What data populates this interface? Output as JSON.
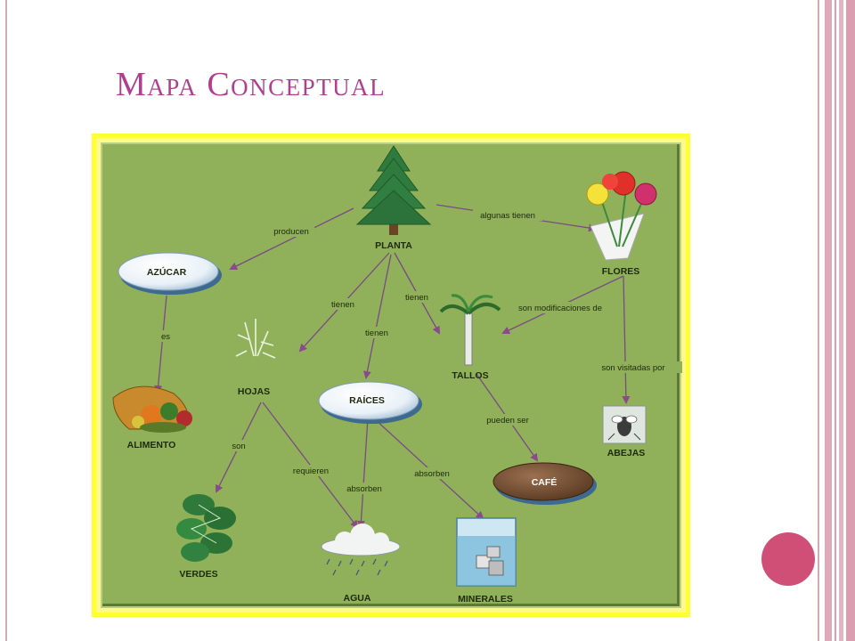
{
  "slide": {
    "title": "Mapa Conceptual",
    "colors": {
      "title": "#b0408f",
      "board": "#90b15a",
      "frame": "#ffff33",
      "circle": "#cf4f77",
      "arrow": "#8a4a8c"
    }
  },
  "concept_map": {
    "nodes": {
      "planta": "PLANTA",
      "azucar": "AZÚCAR",
      "flores": "FLORES",
      "alimento": "ALIMENTO",
      "hojas": "HOJAS",
      "raices": "RAÍCES",
      "tallos": "TALLOS",
      "abejas": "ABEJAS",
      "cafe": "CAFÉ",
      "verdes": "VERDES",
      "agua": "AGUA",
      "minerales": "MINERALES"
    },
    "links": {
      "producen": "producen",
      "algunas_tienen": "algunas tienen",
      "es": "es",
      "tienen_hojas": "tienen",
      "tienen_raices": "tienen",
      "tienen_tallos": "tienen",
      "son_modificaciones_de": "son modificaciones de",
      "son_visitadas_por": "son visitadas por",
      "pueden_ser": "pueden ser",
      "son": "son",
      "requieren": "requieren",
      "absorben_agua": "absorben",
      "absorben_minerales": "absorben"
    },
    "icons": {
      "planta": "pine-tree-icon",
      "flores": "flower-bouquet-icon",
      "alimento": "cornucopia-icon",
      "hojas": "plant-sprig-icon",
      "tallos": "palm-tree-icon",
      "abejas": "bee-icon",
      "verdes": "leaves-icon",
      "agua": "rain-cloud-icon",
      "minerales": "beaker-icon"
    }
  }
}
